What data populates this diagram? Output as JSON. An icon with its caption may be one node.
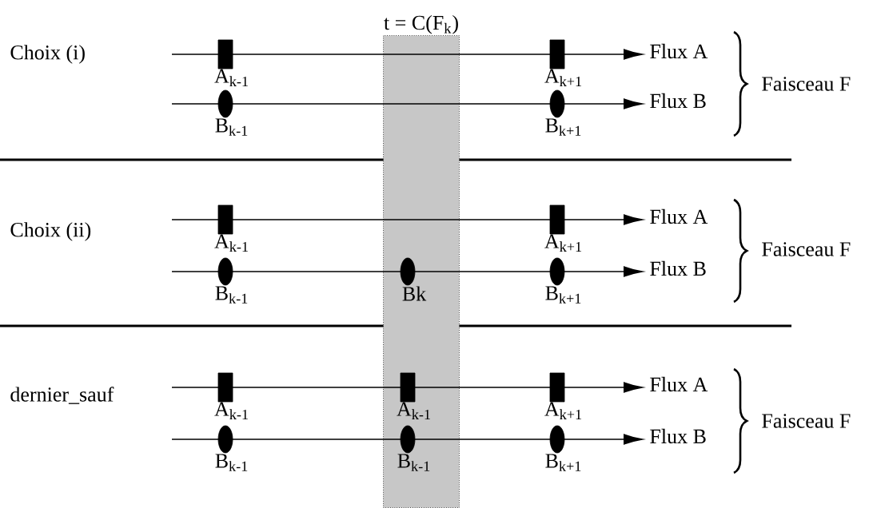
{
  "diagram": {
    "nodes": [
      {
        "text": [
          "t = C(F$_{k}$)"
        ]
      },
      {
        "text": [],
        "shape": "box",
        "beside": [
          "A$_{k-1}$"
        ]
      },
      {
        "text": [],
        "shape": "box",
        "beside": [
          "A$_{k+1}$"
        ]
      },
      {
        "text": [
          "Flux A"
        ]
      },
      {
        "text": [],
        "shape": "ellipse",
        "beside": [
          "B$_{k-1}$"
        ]
      },
      {
        "text": [],
        "shape": "ellipse",
        "beside": [
          "B$_{k+1}$"
        ]
      },
      {
        "text": [
          "Flux B"
        ]
      },
      {
        "text": [],
        "shape": "box",
        "beside": [
          "A$_{k-1}$"
        ]
      },
      {
        "text": [],
        "shape": "box",
        "beside": [
          "A$_{k+1}$"
        ]
      },
      {
        "text": [
          "Flux A"
        ]
      },
      {
        "text": [],
        "shape": "ellipse",
        "beside": [
          "B$_{k-1}$"
        ]
      },
      {
        "text": [],
        "shape": "ellipse",
        "beside": [
          "Bk"
        ],
        "in": 0
      },
      {
        "text": [],
        "shape": "ellipse",
        "beside": [
          "B$_{k+1}$"
        ]
      },
      {
        "text": [
          "Flux B"
        ]
      },
      {
        "text": [],
        "shape": "box",
        "beside": [
          "A$_{k-1}$"
        ]
      },
      {
        "text": [],
        "shape": "box",
        "beside": [
          "A$_{k-1}$"
        ],
        "in": 0
      },
      {
        "text": [],
        "shape": "box",
        "beside": [
          "A$_{k+1}$"
        ]
      },
      {
        "text": [
          "Flux A"
        ]
      },
      {
        "text": [],
        "shape": "ellipse",
        "beside": [
          "B$_{k-1}$"
        ]
      },
      {
        "text": [],
        "shape": "ellipse",
        "beside": [
          "B$_{k-1}$"
        ],
        "in": 0
      },
      {
        "text": [],
        "shape": "ellipse",
        "beside": [
          "B$_{k+1}$"
        ]
      },
      {
        "text": [
          "Flux B"
        ]
      }
    ],
    "edges": [
      {
        "from": null,
        "to": 3,
        "arrow": "to"
      },
      {
        "from": null,
        "to": 6,
        "arrow": "to"
      },
      {
        "from": null,
        "to": 9,
        "arrow": "to"
      },
      {
        "from": null,
        "to": 13,
        "arrow": "to"
      },
      {
        "from": null,
        "to": 17,
        "arrow": "to"
      },
      {
        "from": null,
        "to": 21,
        "arrow": "to"
      }
    ],
    "labels": [
      "Choix (i)",
      "Faisceau F",
      "Choix (ii)",
      "Faisceau F",
      "dernier_sauf",
      "Faisceau F"
    ]
  }
}
